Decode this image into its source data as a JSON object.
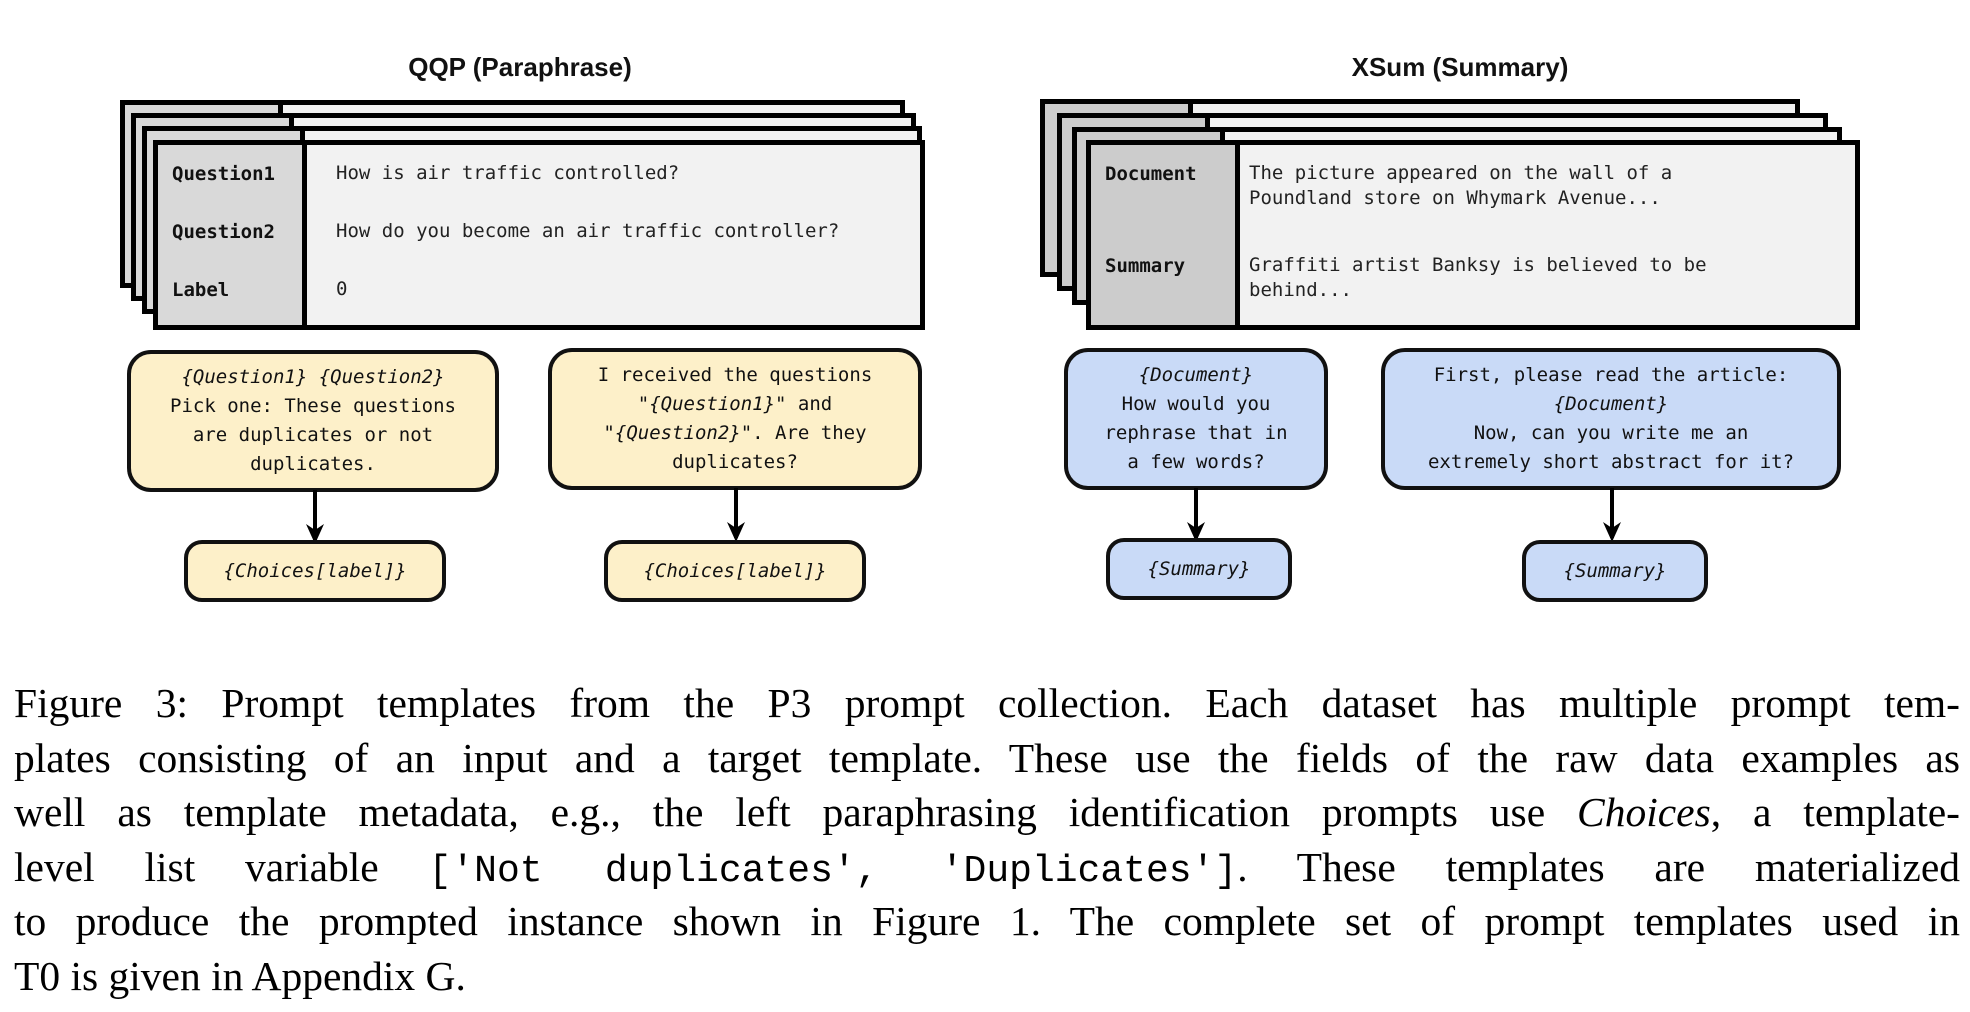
{
  "panels": [
    {
      "title": "QQP (Paraphrase)",
      "theme": "yellow",
      "fields": [
        {
          "label": "Question1",
          "value": "How is air traffic controlled?"
        },
        {
          "label": "Question2",
          "value": "How do you become an air traffic controller?"
        },
        {
          "label": "Label",
          "value": "0"
        }
      ],
      "templates": [
        {
          "input_lines": [
            [
              {
                "t": "{Question1} {Question2}",
                "var": true
              }
            ],
            [
              {
                "t": "Pick one: These questions",
                "var": false
              }
            ],
            [
              {
                "t": "are duplicates or not",
                "var": false
              }
            ],
            [
              {
                "t": "duplicates.",
                "var": false
              }
            ]
          ],
          "target": "{Choices[label]}"
        },
        {
          "input_lines": [
            [
              {
                "t": "I received the questions",
                "var": false
              }
            ],
            [
              {
                "t": "\"",
                "var": false
              },
              {
                "t": "{Question1}",
                "var": true
              },
              {
                "t": "\" and",
                "var": false
              }
            ],
            [
              {
                "t": "\"",
                "var": false
              },
              {
                "t": "{Question2}",
                "var": true
              },
              {
                "t": "\". Are they",
                "var": false
              }
            ],
            [
              {
                "t": "duplicates?",
                "var": false
              }
            ]
          ],
          "target": "{Choices[label]}"
        }
      ]
    },
    {
      "title": "XSum (Summary)",
      "theme": "blue",
      "fields": [
        {
          "label": "Document",
          "value": "The picture appeared on the wall of a\nPoundland store on Whymark Avenue..."
        },
        {
          "label": "Summary",
          "value": "Graffiti artist Banksy is believed to be\nbehind..."
        }
      ],
      "templates": [
        {
          "input_lines": [
            [
              {
                "t": "{Document}",
                "var": true
              }
            ],
            [
              {
                "t": "How would you",
                "var": false
              }
            ],
            [
              {
                "t": "rephrase that in",
                "var": false
              }
            ],
            [
              {
                "t": "a few words?",
                "var": false
              }
            ]
          ],
          "target": "{Summary}"
        },
        {
          "input_lines": [
            [
              {
                "t": "First, please read the article:",
                "var": false
              }
            ],
            [
              {
                "t": "{Document}",
                "var": true
              }
            ],
            [
              {
                "t": "Now, can you write me an",
                "var": false
              }
            ],
            [
              {
                "t": "extremely short abstract for it?",
                "var": false
              }
            ]
          ],
          "target": "{Summary}"
        }
      ]
    }
  ],
  "colors": {
    "yellow_fill": "#fdf0c9",
    "blue_fill": "#c9daf7",
    "card_fill": "#f2f2f2",
    "label_col_qqp": "#d9d9d9",
    "label_col_xsum": "#cccccc",
    "stroke": "#000000"
  },
  "caption": {
    "lines": [
      [
        {
          "t": "Figure 3: Prompt templates from the P3 prompt collection. Each dataset has multiple prompt tem-",
          "s": "normal"
        }
      ],
      [
        {
          "t": "plates consisting of an input and a target template. These use the fields of the raw data examples as",
          "s": "normal"
        }
      ],
      [
        {
          "t": "well as template metadata, e.g., the left paraphrasing identification prompts use ",
          "s": "normal"
        },
        {
          "t": "Choices",
          "s": "italic"
        },
        {
          "t": ", a template-",
          "s": "normal"
        }
      ],
      [
        {
          "t": "level list variable ",
          "s": "normal"
        },
        {
          "t": "['Not duplicates', 'Duplicates']",
          "s": "mono"
        },
        {
          "t": ". These templates are materialized",
          "s": "normal"
        }
      ],
      [
        {
          "t": "to produce the prompted instance shown in Figure 1. The complete set of prompt templates used in",
          "s": "normal"
        }
      ],
      [
        {
          "t": "T0 is given in Appendix G.",
          "s": "normal"
        }
      ]
    ]
  }
}
